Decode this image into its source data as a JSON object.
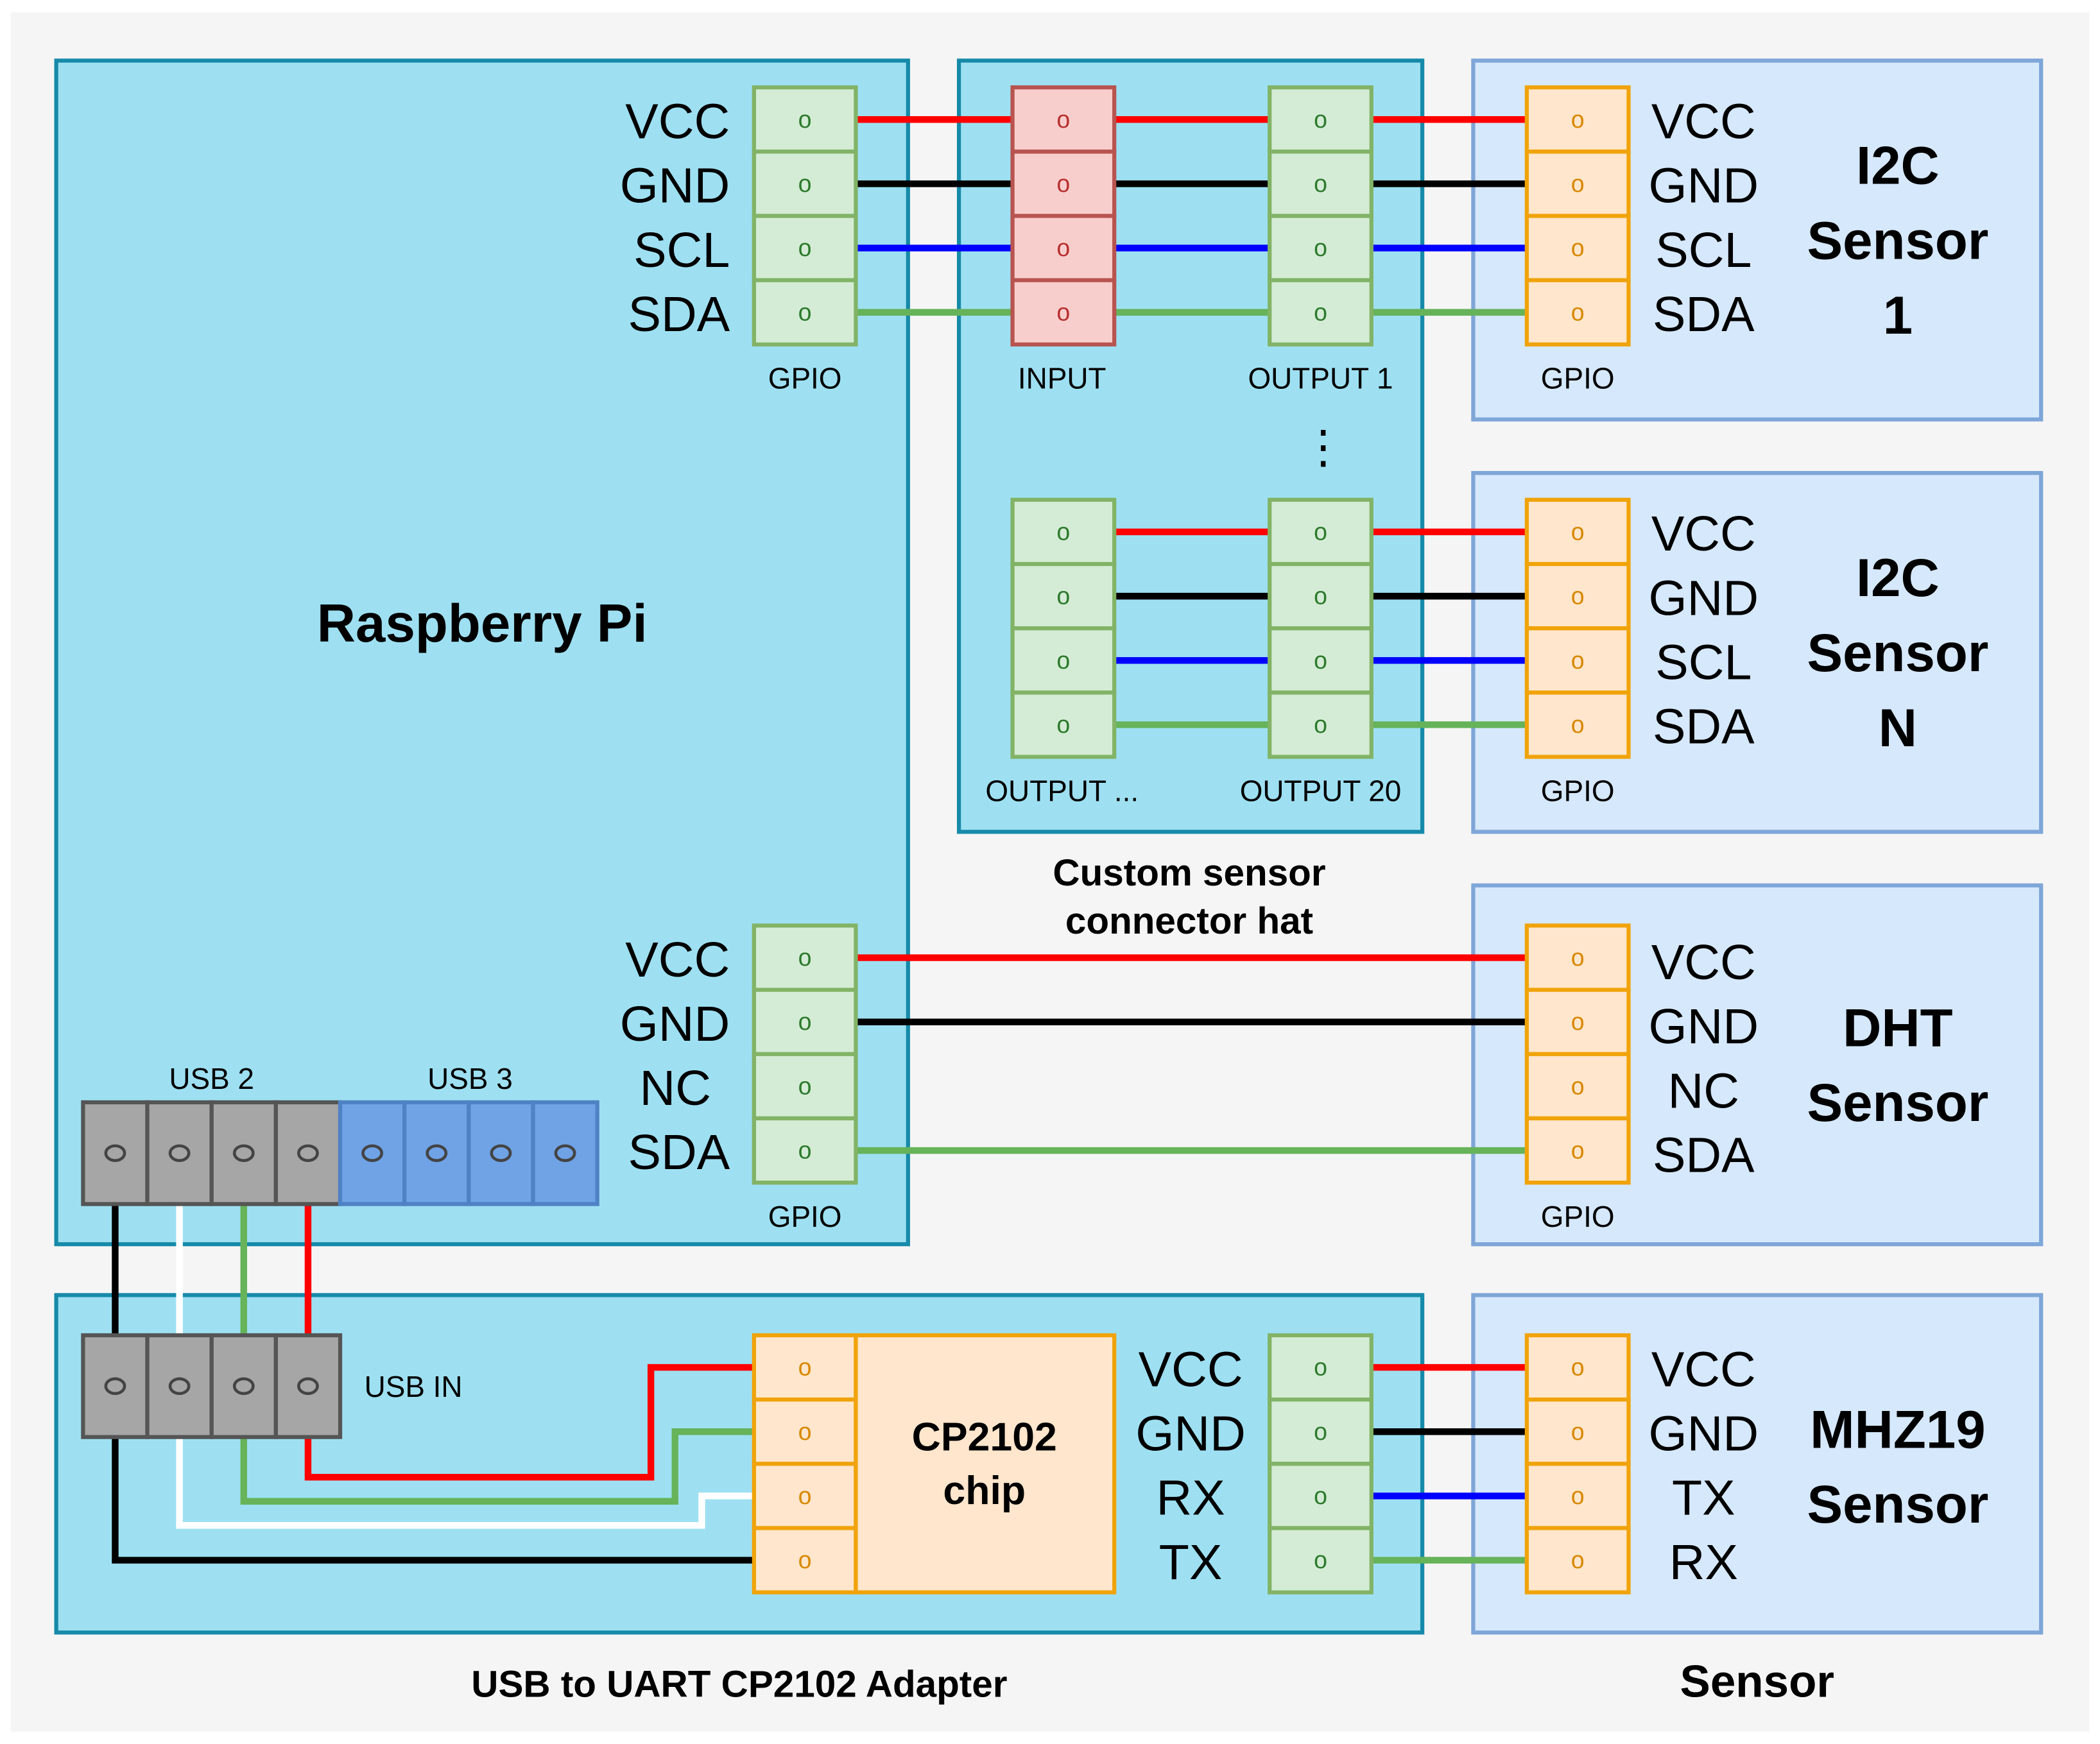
{
  "wire_colors": {
    "vcc": "#ff0000",
    "gnd": "#000000",
    "scl": "#0000ff",
    "sda": "#66b35a",
    "white": "#ffffff"
  },
  "component_colors": {
    "board_fill": "#9ee0f2",
    "board_stroke": "#168aa8",
    "sensor_fill": "#d6e8fb",
    "sensor_stroke": "#7ea6d8",
    "green_pin": "#d4ecd5",
    "green_pin_stroke": "#82b366",
    "red_pin": "#f8cecc",
    "red_pin_stroke": "#b85450",
    "orange_pin": "#ffe6cc",
    "orange_pin_stroke": "#f0a30a",
    "usb_gray": "#a6a6a6",
    "usb_blue": "#6fa3e6",
    "chip_fill": "#ffe6cc"
  },
  "pin_symbol": "o",
  "raspberry_pi": {
    "title": "Raspberry Pi",
    "gpio_top": {
      "labels": [
        "VCC",
        "GND",
        "SCL",
        "SDA"
      ],
      "caption": "GPIO"
    },
    "gpio_bottom": {
      "labels": [
        "VCC",
        "GND",
        "NC",
        "SDA"
      ],
      "caption": "GPIO"
    },
    "usb2_label": "USB 2",
    "usb3_label": "USB 3"
  },
  "hat": {
    "caption_line1": "Custom sensor",
    "caption_line2": "connector hat",
    "input_label": "INPUT",
    "output1_label": "OUTPUT 1",
    "output_mid_label": "OUTPUT ...",
    "output20_label": "OUTPUT 20",
    "ellipsis": "⋮"
  },
  "sensors": [
    {
      "title_lines": [
        "I2C",
        "Sensor",
        "1"
      ],
      "pins": [
        "VCC",
        "GND",
        "SCL",
        "SDA"
      ],
      "caption": "GPIO"
    },
    {
      "title_lines": [
        "I2C",
        "Sensor",
        "N"
      ],
      "pins": [
        "VCC",
        "GND",
        "SCL",
        "SDA"
      ],
      "caption": "GPIO"
    },
    {
      "title_lines": [
        "DHT",
        "Sensor"
      ],
      "pins": [
        "VCC",
        "GND",
        "NC",
        "SDA"
      ],
      "caption": "GPIO"
    },
    {
      "title_lines": [
        "MHZ19",
        "Sensor"
      ],
      "pins": [
        "VCC",
        "GND",
        "TX",
        "RX"
      ]
    }
  ],
  "sensor_group_caption": "Sensor",
  "adapter": {
    "caption": "USB to UART CP2102 Adapter",
    "usb_in_label": "USB IN",
    "chip_line1": "CP2102",
    "chip_line2": "chip",
    "pins": [
      "VCC",
      "GND",
      "RX",
      "TX"
    ]
  }
}
